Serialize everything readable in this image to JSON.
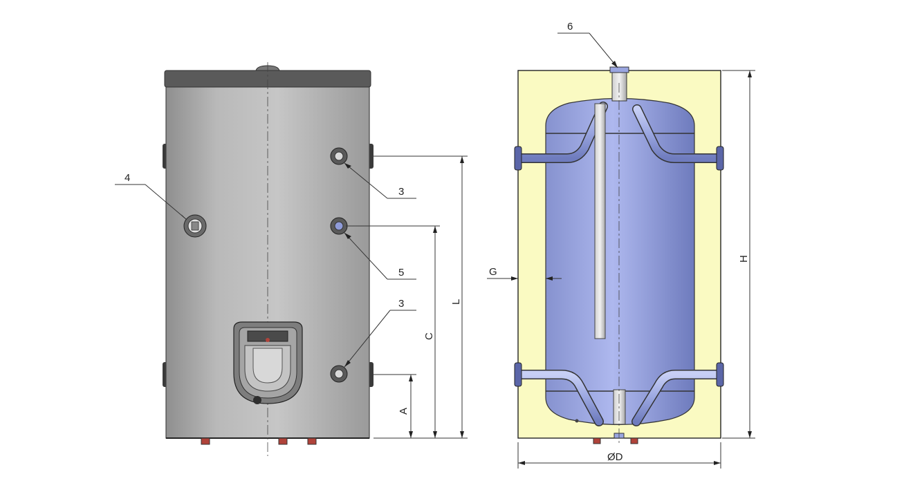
{
  "callouts": {
    "c4": "4",
    "c3_top": "3",
    "c5": "5",
    "c3_bottom": "3",
    "c6": "6",
    "cG": "G"
  },
  "dimensions": {
    "A": "A",
    "C": "C",
    "L": "L",
    "H": "H",
    "D": "ØD"
  },
  "colors": {
    "tank_shell": "#b5b5b5",
    "top_cap": "#555555",
    "insulation": "#fafac2",
    "inner_tank": "#9aa6e0",
    "coil": "#a9b5ea",
    "fitting_red": "#b0433a"
  }
}
